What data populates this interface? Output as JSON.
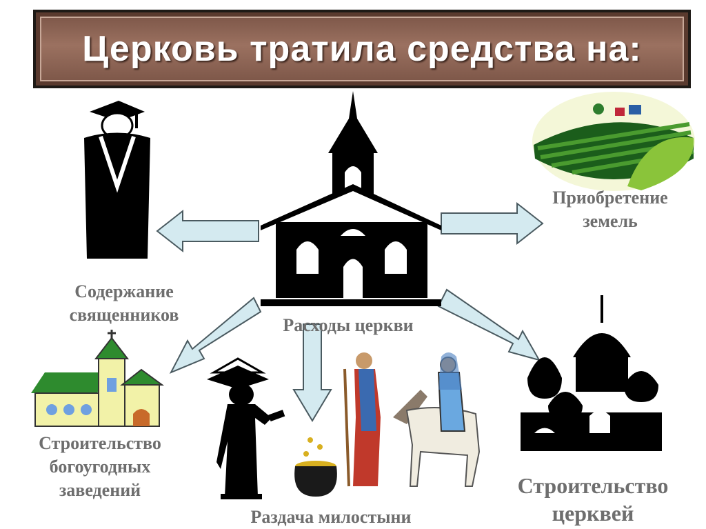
{
  "title": "Церковь тратила средства на:",
  "center": {
    "label": "Расходы  церкви"
  },
  "items": {
    "priests": {
      "line1": "Содержание",
      "line2": "священников"
    },
    "lands": {
      "line1": "Приобретение",
      "line2": "земель"
    },
    "charity_buildings": {
      "line1": "Строительство",
      "line2": "богоугодных",
      "line3": "заведений"
    },
    "alms": {
      "label": "Раздача милостыни"
    },
    "churches": {
      "line1": "Строительство",
      "line2": "церквей"
    }
  },
  "colors": {
    "arrow_fill": "#d4eaf0",
    "arrow_stroke": "#4a5a60",
    "title_bg": "#8b6455",
    "label_text": "#6e6e6e"
  }
}
